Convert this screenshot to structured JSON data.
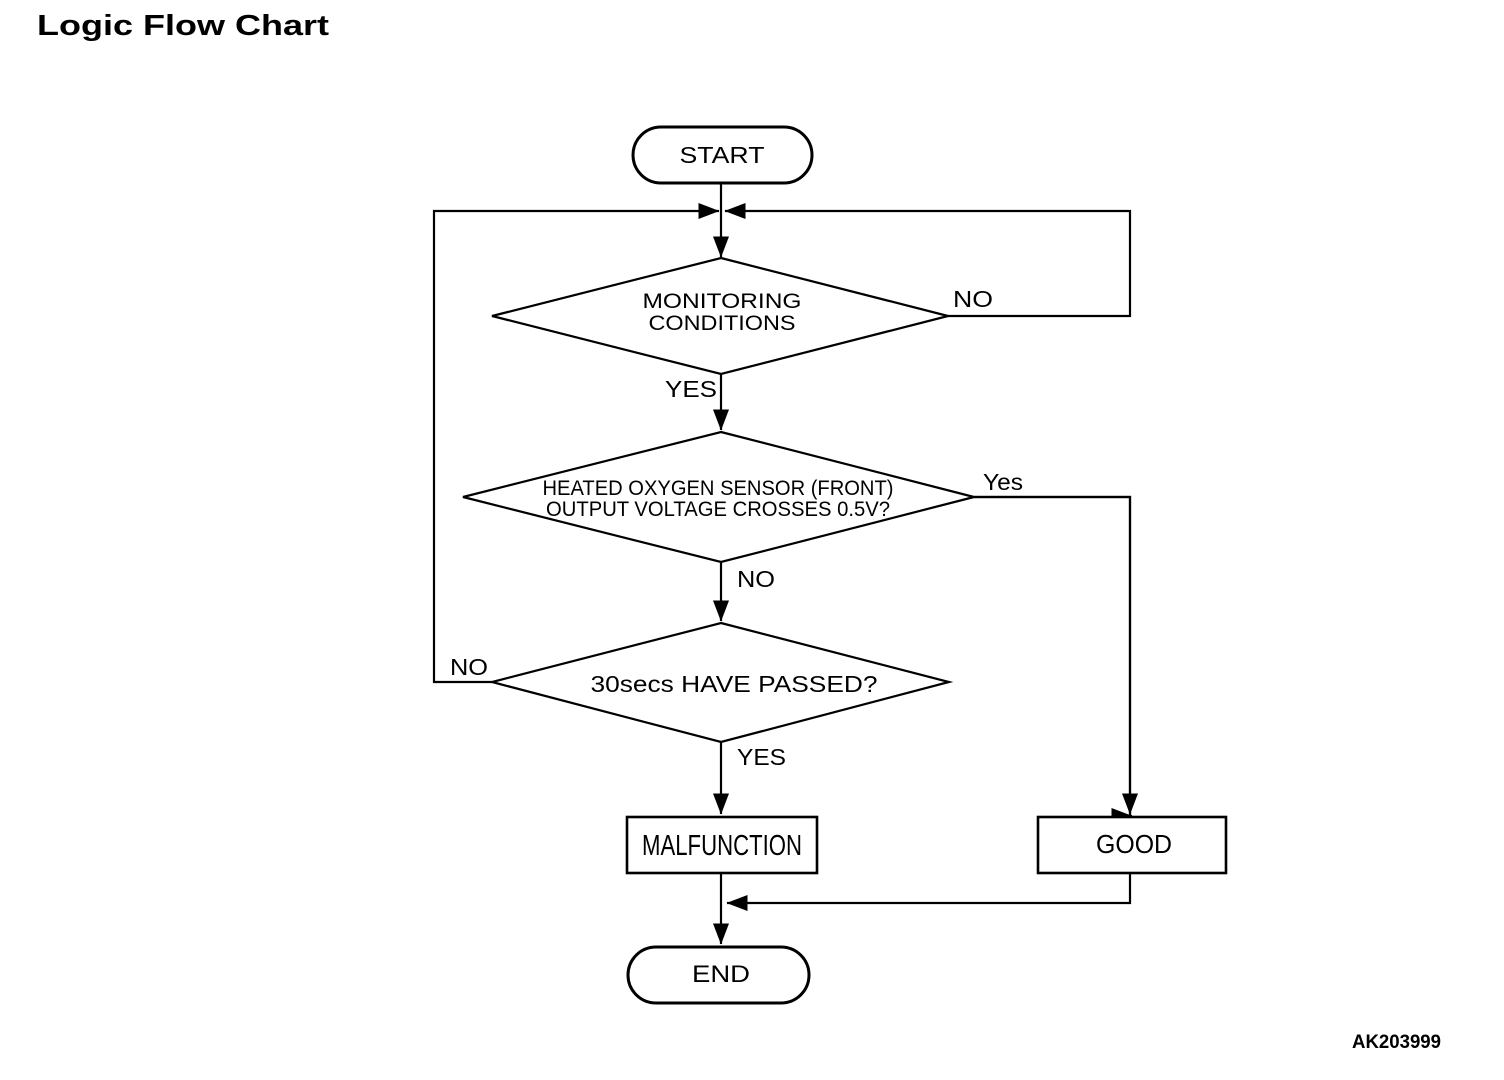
{
  "page": {
    "title": "Logic Flow Chart",
    "figure_code": "AK203999"
  },
  "colors": {
    "ink": "#000000",
    "background": "#ffffff"
  },
  "flowchart": {
    "nodes": {
      "start": {
        "type": "terminator",
        "label": "START"
      },
      "monitoring": {
        "type": "decision",
        "line1": "MONITORING",
        "line2": "CONDITIONS"
      },
      "oxygen": {
        "type": "decision",
        "line1": "HEATED OXYGEN SENSOR (FRONT)",
        "line2": "OUTPUT VOLTAGE CROSSES 0.5V?"
      },
      "passed30": {
        "type": "decision",
        "label": "30secs HAVE PASSED?"
      },
      "malfunction": {
        "type": "process",
        "label": "MALFUNCTION"
      },
      "good": {
        "type": "process",
        "label": "GOOD"
      },
      "end": {
        "type": "terminator",
        "label": "END"
      }
    },
    "edge_labels": {
      "monitoring_no": "NO",
      "monitoring_yes": "YES",
      "oxygen_yes": "Yes",
      "oxygen_no": "NO",
      "passed30_no": "NO",
      "passed30_yes": "YES"
    },
    "connections": [
      {
        "from": "start",
        "to": "monitoring",
        "label": ""
      },
      {
        "from": "monitoring",
        "to": "oxygen",
        "label": "YES"
      },
      {
        "from": "monitoring",
        "to": "entry-junction",
        "label": "NO"
      },
      {
        "from": "oxygen",
        "to": "good",
        "label": "Yes"
      },
      {
        "from": "oxygen",
        "to": "passed30",
        "label": "NO"
      },
      {
        "from": "passed30",
        "to": "entry-junction",
        "label": "NO"
      },
      {
        "from": "passed30",
        "to": "malfunction",
        "label": "YES"
      },
      {
        "from": "malfunction",
        "to": "end",
        "label": ""
      },
      {
        "from": "good",
        "to": "end",
        "label": ""
      }
    ]
  }
}
